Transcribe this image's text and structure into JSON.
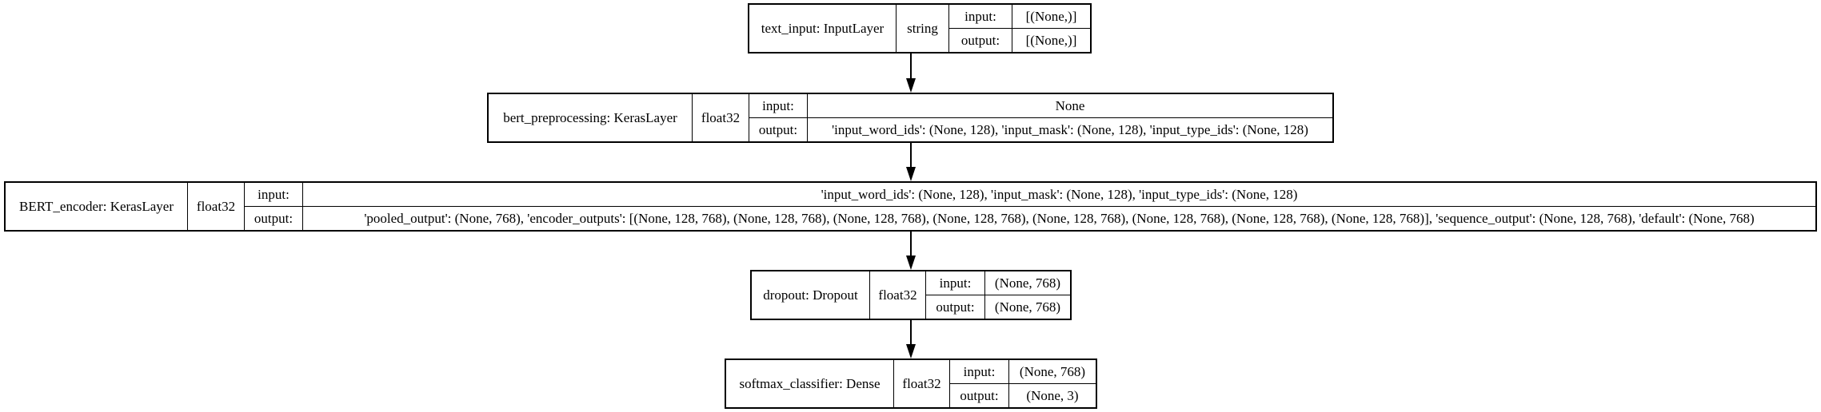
{
  "layers": [
    {
      "id": "text_input",
      "name": "text_input: InputLayer",
      "dtype": "string",
      "input_label": "input:",
      "output_label": "output:",
      "input": "[(None,)]",
      "output": "[(None,)]"
    },
    {
      "id": "bert_preprocessing",
      "name": "bert_preprocessing: KerasLayer",
      "dtype": "float32",
      "input_label": "input:",
      "output_label": "output:",
      "input": "None",
      "output": "'input_word_ids': (None, 128), 'input_mask': (None, 128), 'input_type_ids': (None, 128)"
    },
    {
      "id": "BERT_encoder",
      "name": "BERT_encoder: KerasLayer",
      "dtype": "float32",
      "input_label": "input:",
      "output_label": "output:",
      "input": "'input_word_ids': (None, 128), 'input_mask': (None, 128), 'input_type_ids': (None, 128)",
      "output": "'pooled_output': (None, 768), 'encoder_outputs': [(None, 128, 768), (None, 128, 768), (None, 128, 768), (None, 128, 768), (None, 128, 768), (None, 128, 768), (None, 128, 768), (None, 128, 768)], 'sequence_output': (None, 128, 768), 'default': (None, 768)"
    },
    {
      "id": "dropout",
      "name": "dropout: Dropout",
      "dtype": "float32",
      "input_label": "input:",
      "output_label": "output:",
      "input": "(None, 768)",
      "output": "(None, 768)"
    },
    {
      "id": "softmax_classifier",
      "name": "softmax_classifier: Dense",
      "dtype": "float32",
      "input_label": "input:",
      "output_label": "output:",
      "input": "(None, 768)",
      "output": "(None, 3)"
    }
  ]
}
